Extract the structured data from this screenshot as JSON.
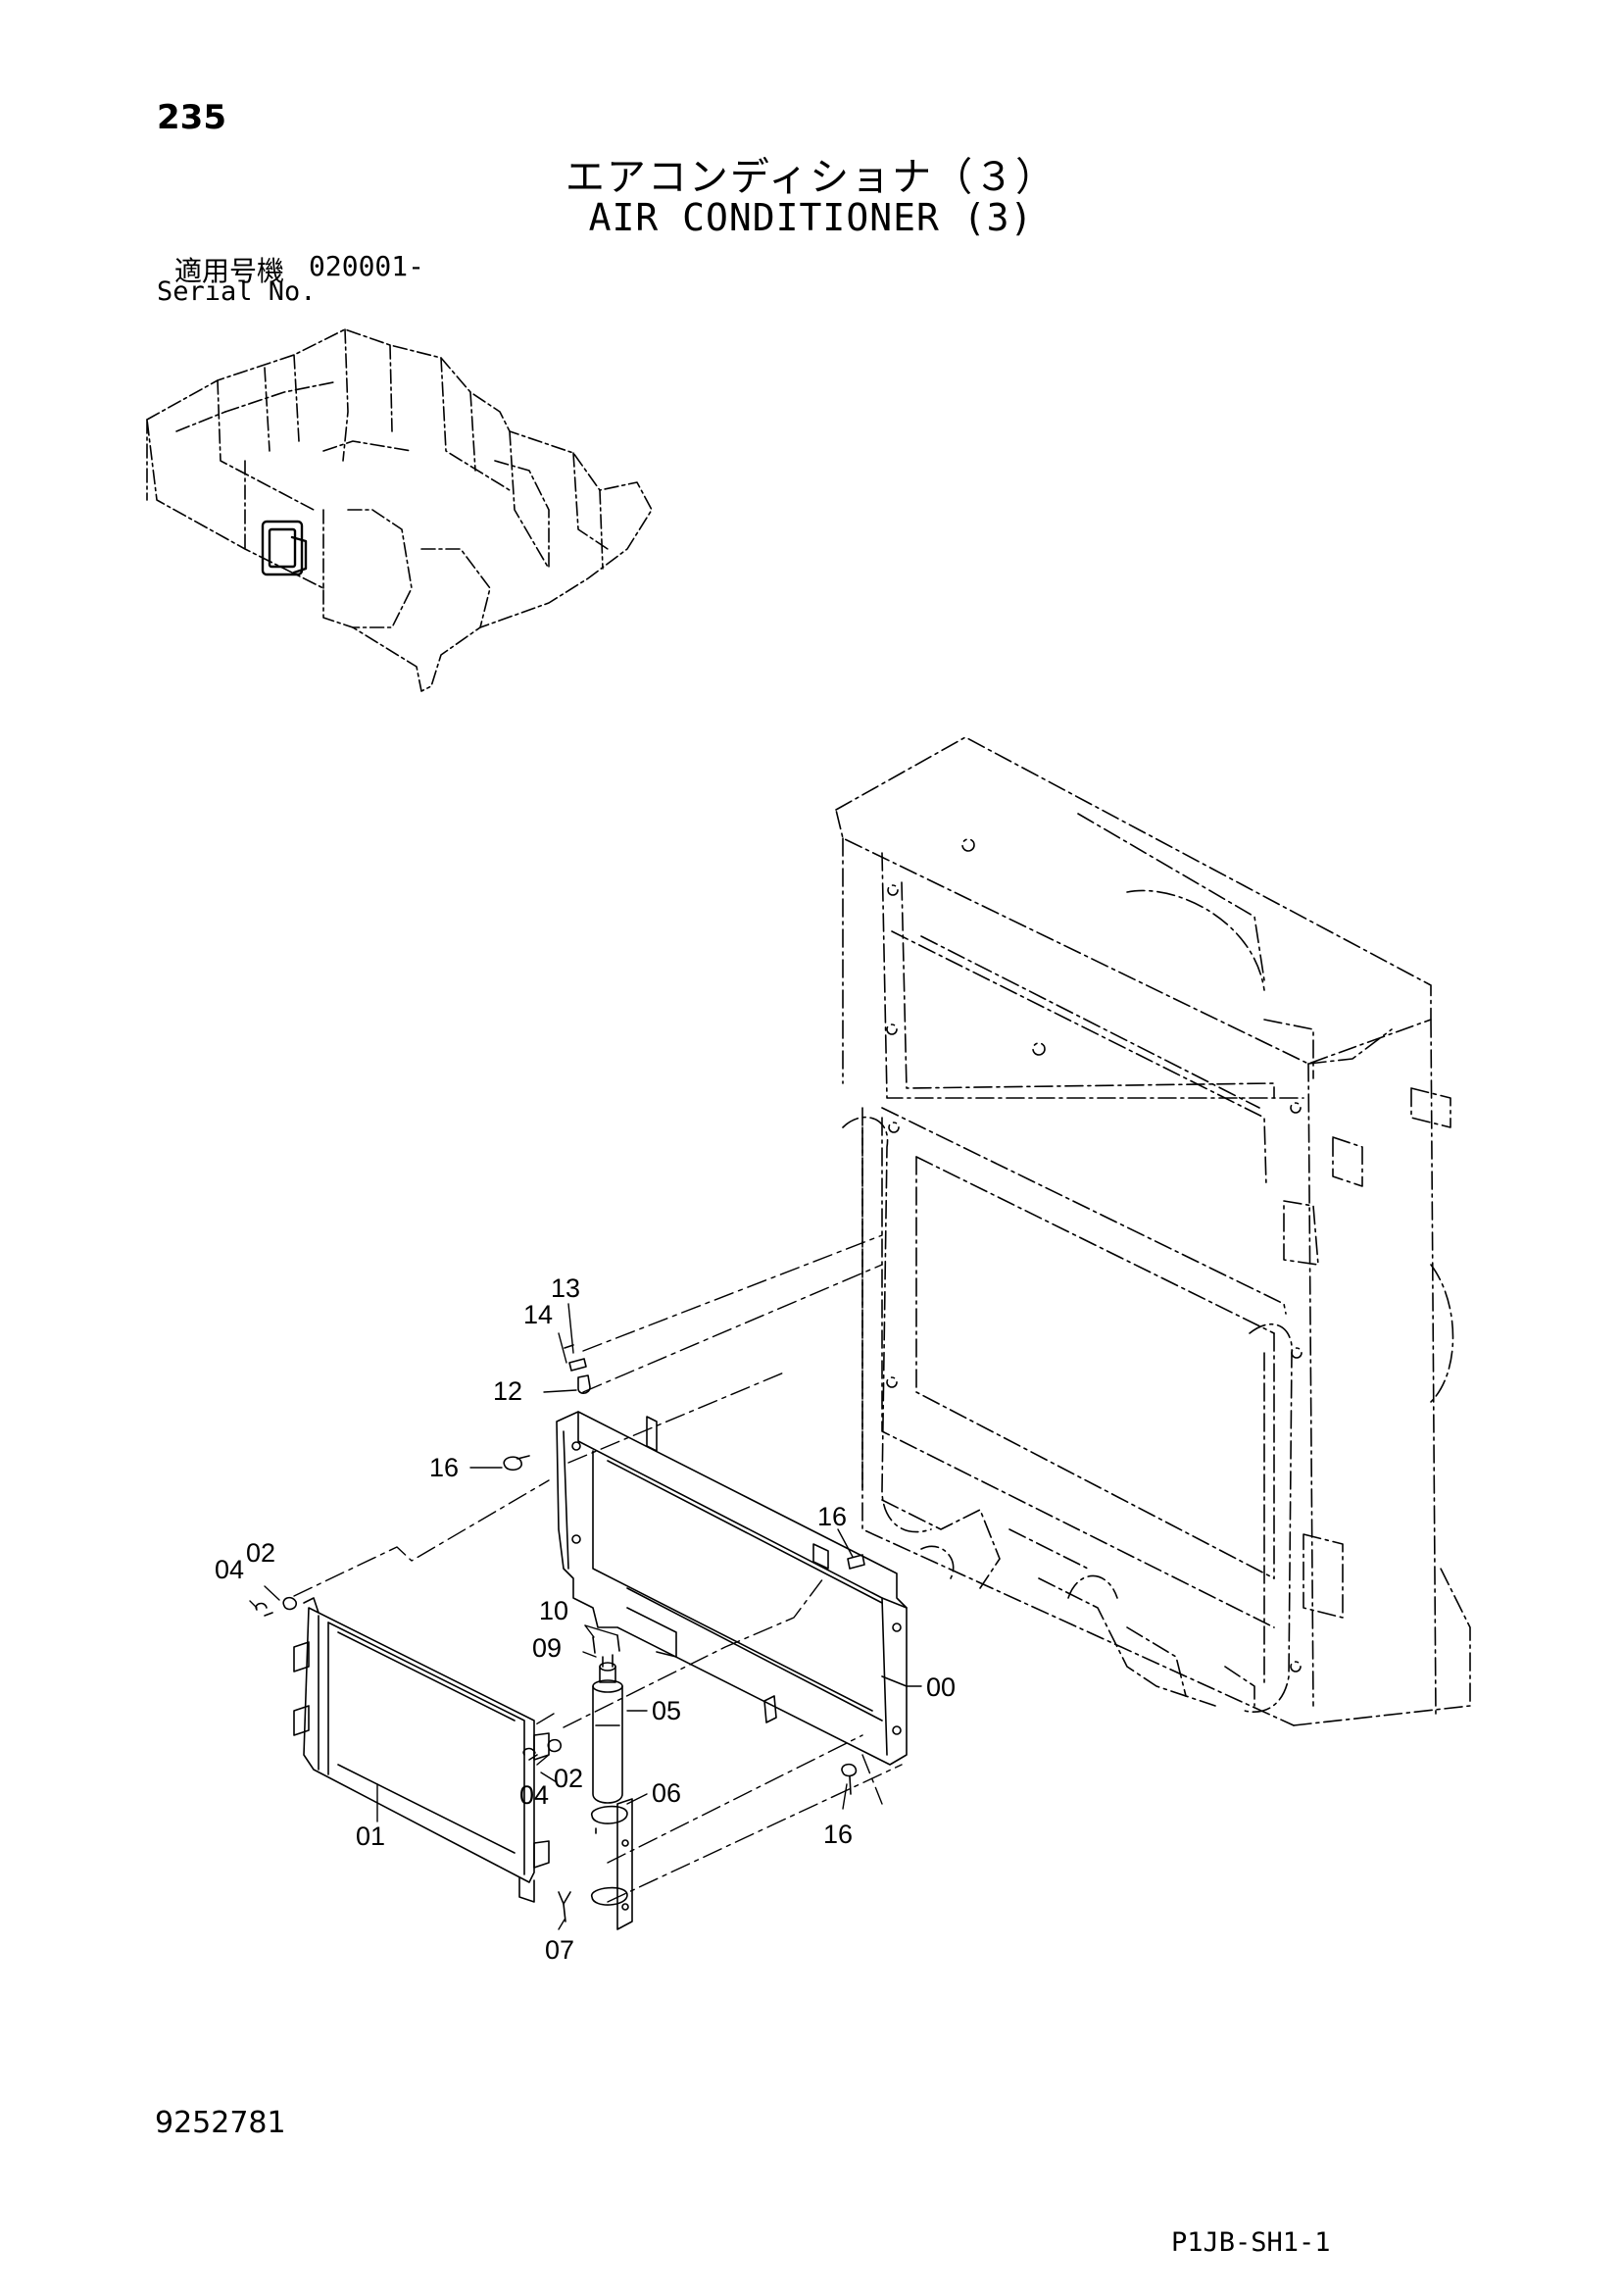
{
  "header": {
    "page_number": "235",
    "title_jp": "エアコンディショナ（３）",
    "title_en": "AIR CONDITIONER (3)",
    "serial_label_jp": "適用号機",
    "serial_value": "020001-",
    "serial_label_en": "Serial No."
  },
  "callouts": {
    "c13": "13",
    "c14": "14",
    "c12": "12",
    "c16a": "16",
    "c16b": "16",
    "c16c": "16",
    "c02a": "02",
    "c04a": "04",
    "c10": "10",
    "c09": "09",
    "c00": "00",
    "c05": "05",
    "c02b": "02",
    "c04b": "04",
    "c06": "06",
    "c01": "01",
    "c07": "07"
  },
  "footer": {
    "doc_number": "9252781",
    "sheet_code": "P1JB-SH1-1"
  }
}
